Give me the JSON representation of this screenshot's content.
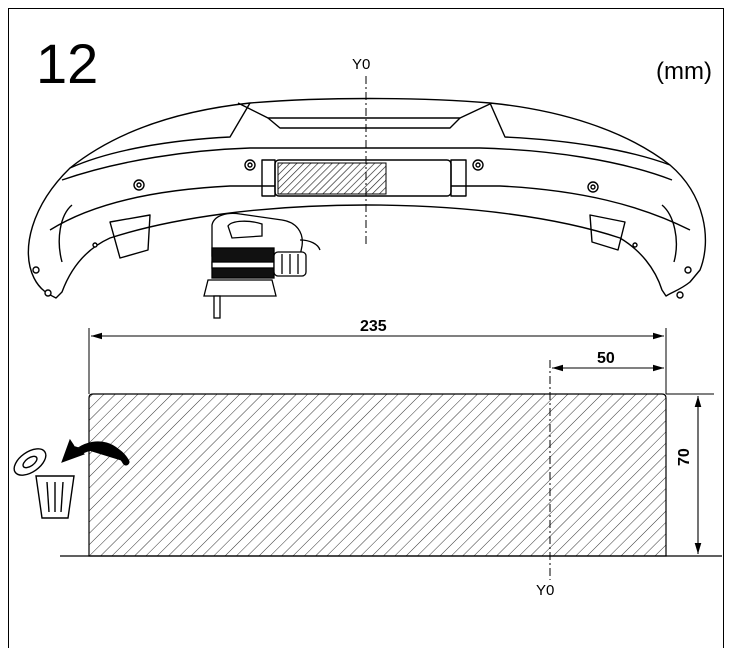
{
  "step": {
    "number": "12",
    "unit": "(mm)"
  },
  "axis": {
    "top_label": "Y0",
    "bottom_label": "Y0"
  },
  "dimensions": {
    "overall_width": "235",
    "offset_from_y0": "50",
    "height": "70"
  },
  "icons": {
    "tool": "jigsaw-icon",
    "discard": "trash-bin-icon",
    "arrow": "curved-arrow-icon"
  }
}
